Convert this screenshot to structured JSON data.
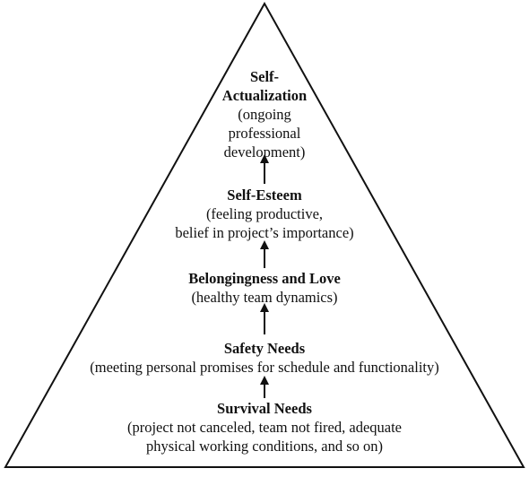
{
  "pyramid": {
    "levels": [
      {
        "title": "Self-\nActualization",
        "description": "(ongoing\nprofessional\ndevelopment)"
      },
      {
        "title": "Self-Esteem",
        "description": "(feeling productive,\nbelief in project’s importance)"
      },
      {
        "title": "Belongingness and Love",
        "description": "(healthy team dynamics)"
      },
      {
        "title": "Safety Needs",
        "description": "(meeting personal promises for schedule and functionality)"
      },
      {
        "title": "Survival Needs",
        "description": "(project not canceled, team not fired, adequate\nphysical working conditions, and so on)"
      }
    ]
  }
}
